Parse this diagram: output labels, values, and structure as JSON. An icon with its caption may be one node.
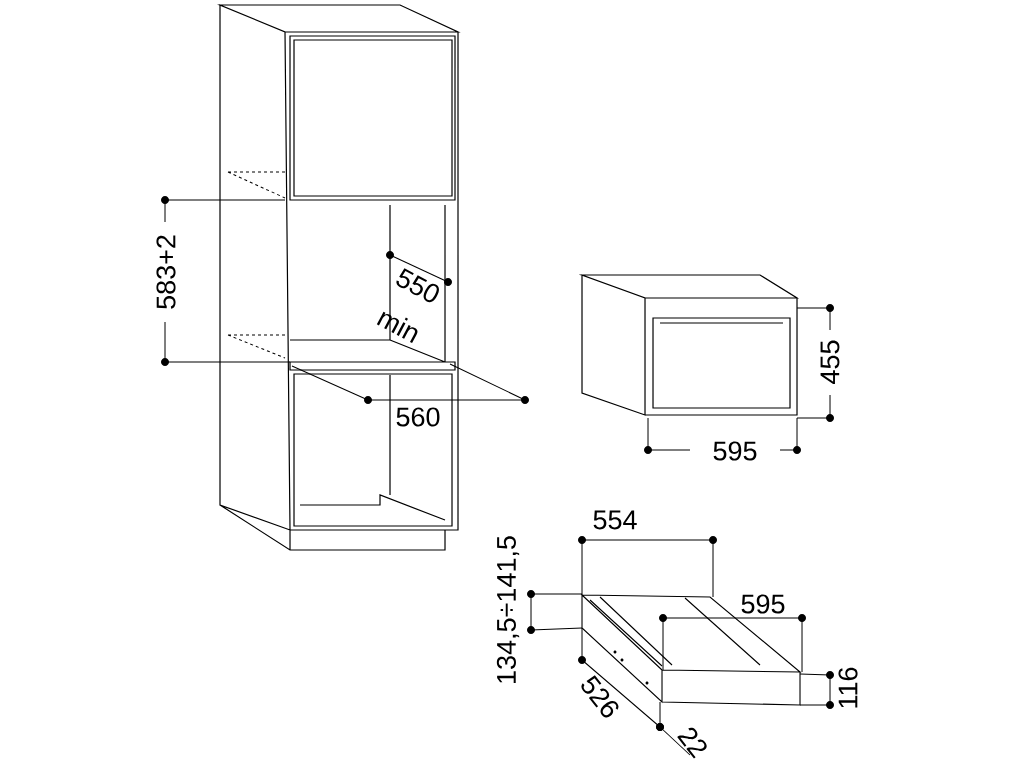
{
  "diagram": {
    "labels": [
      "583+2",
      "550",
      "min",
      "560",
      "455",
      "595",
      "554",
      "134,5÷141,5",
      "595",
      "116",
      "526",
      "22"
    ]
  }
}
